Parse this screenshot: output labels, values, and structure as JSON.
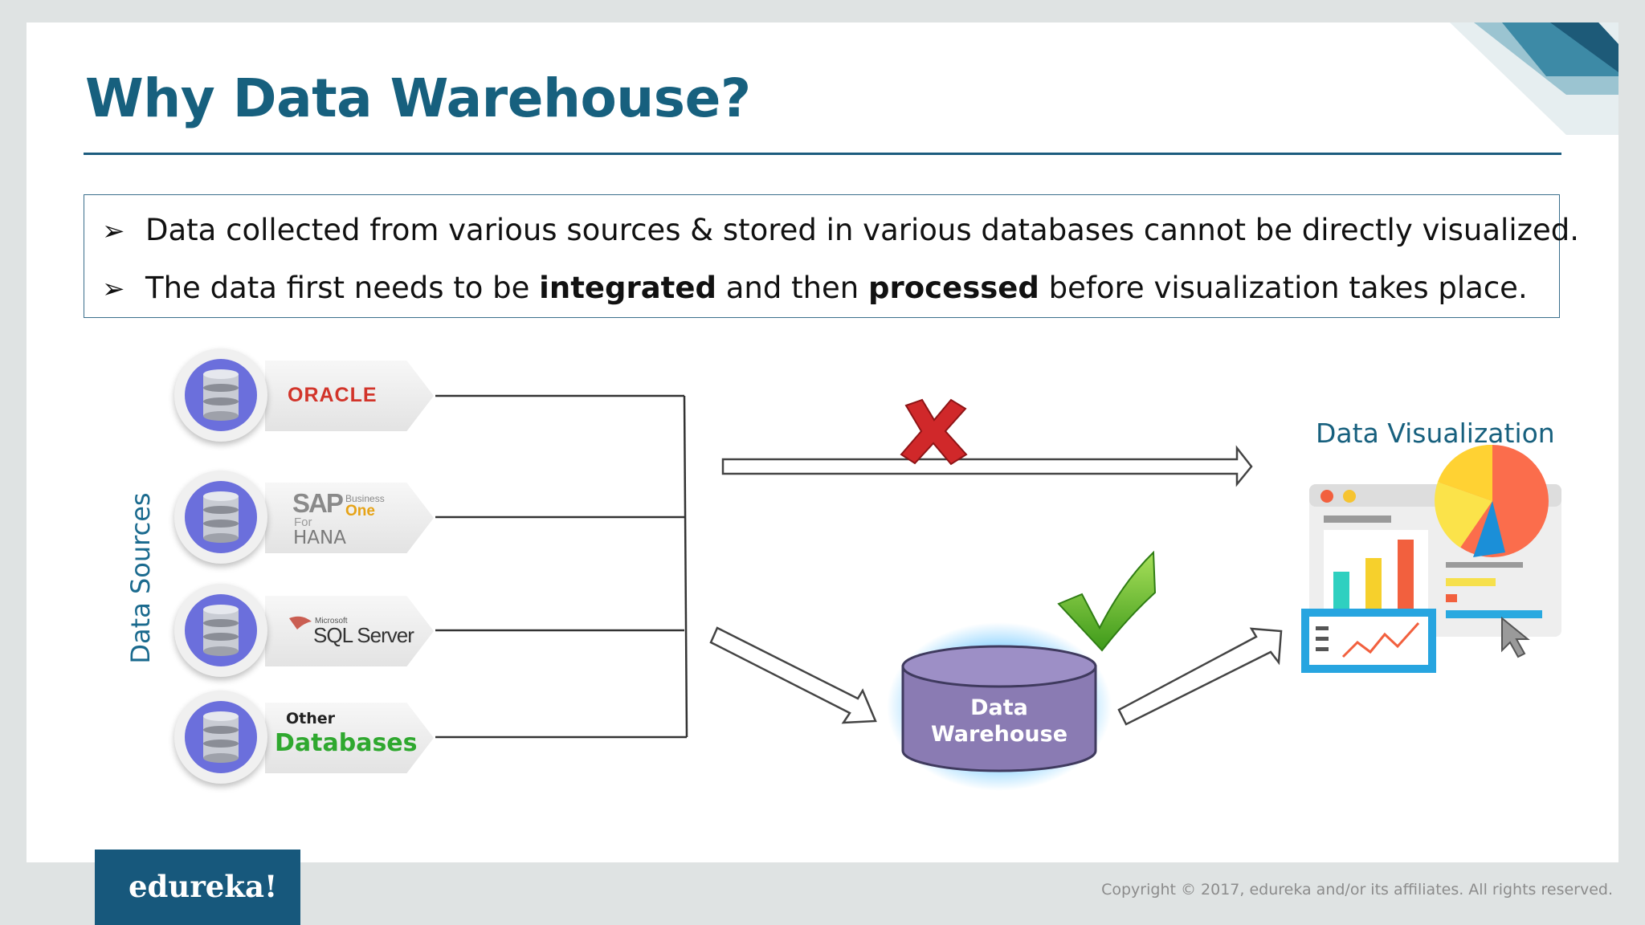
{
  "slide": {
    "title": "Why Data Warehouse?",
    "bullets": [
      {
        "mark": "➢",
        "parts": [
          {
            "text": "Data collected from various sources & stored in various databases cannot be directly visualized.",
            "bold": false
          }
        ]
      },
      {
        "mark": "➢",
        "parts": [
          {
            "text": "The data first needs to be ",
            "bold": false
          },
          {
            "text": "integrated",
            "bold": true
          },
          {
            "text": " and then ",
            "bold": false
          },
          {
            "text": "processed",
            "bold": true
          },
          {
            "text": " before visualization takes place.",
            "bold": false
          }
        ]
      }
    ]
  },
  "diagram": {
    "sources_label": "Data Sources",
    "sources": [
      {
        "logo_text": "ORACLE",
        "color": "#d2342a"
      },
      {
        "logo_text": "SAP",
        "sub_small": "Business",
        "sub_accent": "One",
        "sub_for": "For",
        "sub_main": "HANA"
      },
      {
        "logo_text": "SQL Server",
        "sub_small": "Microsoft"
      },
      {
        "logo_text": "Databases",
        "sub_small": "Other",
        "color": "#2fa82f"
      }
    ],
    "warehouse_label_line1": "Data",
    "warehouse_label_line2": "Warehouse",
    "visualization_label": "Data Visualization",
    "direct_path": "blocked-x-icon",
    "warehouse_path": "approved-check-icon"
  },
  "footer": {
    "brand": "edureka!",
    "copyright": "Copyright © 2017, edureka and/or its affiliates. All rights reserved."
  },
  "colors": {
    "title": "#17607e",
    "rule": "#1c5c7e",
    "warehouse": "#8a7bb3",
    "footer_brand": "#17587c"
  }
}
